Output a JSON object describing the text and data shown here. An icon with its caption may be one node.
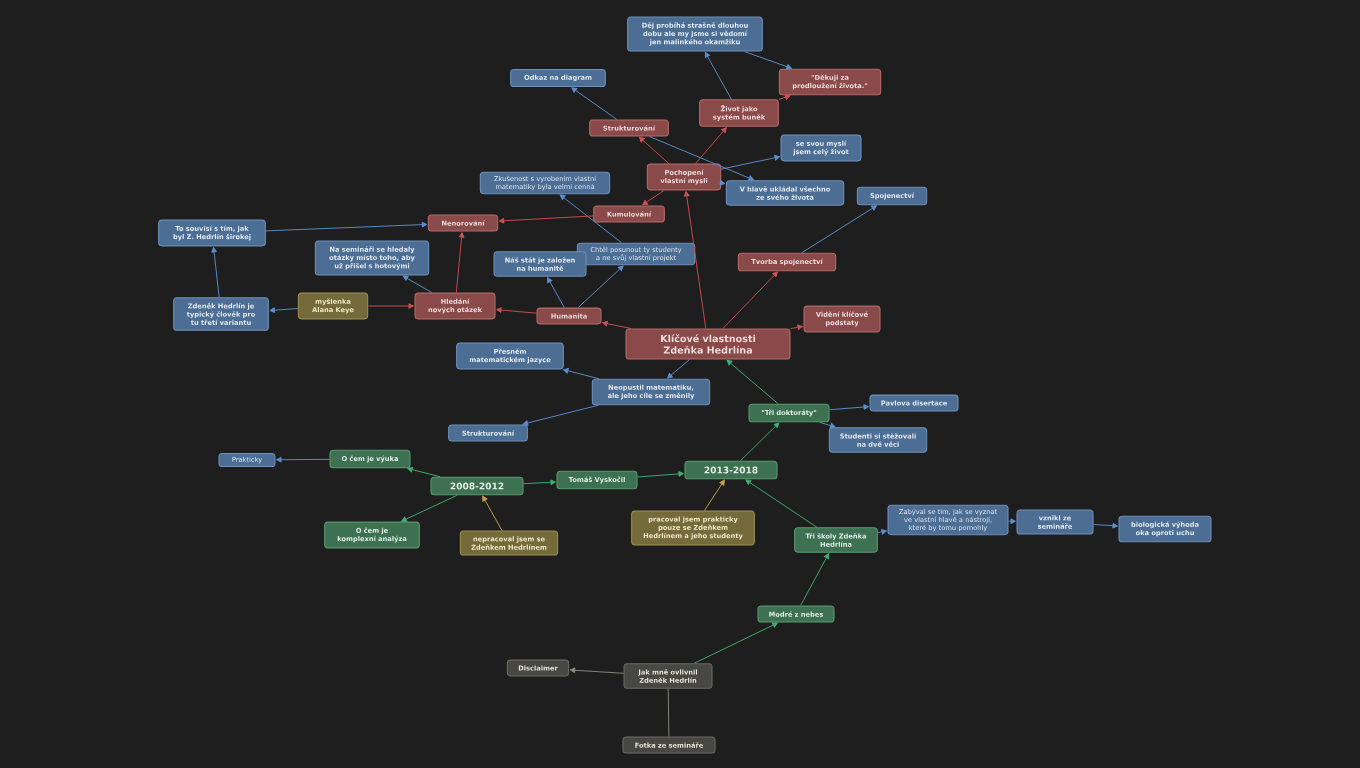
{
  "diagram": {
    "nodes": [
      {
        "text": [
          "Klíčové vlastnosti Zdeňka Hedrlína"
        ]
      },
      {
        "text": [
          "Humanita"
        ]
      },
      {
        "text": [
          "Hledání nových otázek"
        ]
      },
      {
        "text": [
          "myšlenka Alana Keye"
        ]
      },
      {
        "text": [
          "Zdeněk Hedrlín je typický člověk pro tu třetí variantu"
        ]
      },
      {
        "text": [
          "To souvisí s tím, jak byl Z. Hedrlín širokej"
        ]
      },
      {
        "text": [
          "Nenorování"
        ]
      },
      {
        "text": [
          "Na semináři se hledaly otázky místo toho, aby už přišel s hotovými"
        ]
      },
      {
        "text": [
          "Kumulování"
        ]
      },
      {
        "text": [
          "Pochopení vlastní mysli"
        ]
      },
      {
        "text": [
          "Strukturování"
        ]
      },
      {
        "text": [
          "Odkaz na diagram"
        ]
      },
      {
        "text": [
          "Život jako systém buněk"
        ]
      },
      {
        "text": [
          "Děj probíhá strašně dlouhou dobu ale my jsme si vědomí jen malinkého okamžiku"
        ]
      },
      {
        "text": [
          "\"Děkuji za prodloužení života.\""
        ]
      },
      {
        "text": [
          "se svou myslí jsem celý život"
        ]
      },
      {
        "text": [
          "V hlavě ukládal všechno ze svého života"
        ]
      },
      {
        "text": [
          "Zkušenost s vyrobením vlastní matematiky byla velmi cenná"
        ]
      },
      {
        "text": [
          "Chtěl posunout ty studenty a ne svůj vlastní projekt"
        ]
      },
      {
        "text": [
          "Náš stát je založen na humanitě"
        ]
      },
      {
        "text": [
          "Tvorba spojenectví"
        ]
      },
      {
        "text": [
          "Spojenectví"
        ]
      },
      {
        "text": [
          "Vidění klíčové podstaty"
        ]
      },
      {
        "text": [
          "Přesném matematickém jazyce"
        ]
      },
      {
        "text": [
          "Neopustil matematiku, ale jeho cíle se změnily"
        ]
      },
      {
        "text": [
          "Strukturování"
        ]
      },
      {
        "text": [
          "\"Tři doktoráty\""
        ]
      },
      {
        "text": [
          "Pavlova disertace"
        ]
      },
      {
        "text": [
          "Studenti si stěžovali na dvě věci"
        ]
      },
      {
        "text": [
          "2013-2018"
        ]
      },
      {
        "text": [
          "Tomáš Vyskočil"
        ]
      },
      {
        "text": [
          "2008-2012"
        ]
      },
      {
        "text": [
          "O čem je výuka"
        ]
      },
      {
        "text": [
          "Prakticky"
        ]
      },
      {
        "text": [
          "O čem je komplexní analýza"
        ]
      },
      {
        "text": [
          "nepracoval jsem se Zdeňkem Hedrlínem"
        ]
      },
      {
        "text": [
          "pracoval jsem prakticky pouze se Zdeňkem Hedrlínem a jeho studenty"
        ]
      },
      {
        "text": [
          "Tři školy Zdeňka Hedrlína"
        ]
      },
      {
        "text": [
          "Zabýval se tím, jak se vyznat ve vlastní hlavě a nástrojí, které by tomu pomohly"
        ]
      },
      {
        "text": [
          "vznikl ze semináře"
        ]
      },
      {
        "text": [
          "biologická výhoda oka oproti uchu"
        ]
      },
      {
        "text": [
          "Modré z nebes"
        ]
      },
      {
        "text": [
          "Jak mně ovlivnil Zdeněk Hedrlín"
        ]
      },
      {
        "text": [
          "Disclaimer"
        ]
      },
      {
        "text": [
          "Fotka ze semináře"
        ]
      }
    ],
    "edges": [
      {
        "from": 42,
        "to": 41,
        "arrow": "to",
        "color": "#3fae78"
      },
      {
        "from": 41,
        "to": 37,
        "arrow": "to",
        "color": "#3fae78"
      },
      {
        "from": 37,
        "to": 29,
        "arrow": "to",
        "color": "#3fae78"
      },
      {
        "from": 29,
        "to": 26,
        "arrow": "to",
        "color": "#3fae78"
      },
      {
        "from": 26,
        "to": 0,
        "arrow": "to",
        "color": "#3fae78"
      },
      {
        "from": 31,
        "to": 30,
        "arrow": "to",
        "color": "#3fae78"
      },
      {
        "from": 30,
        "to": 29,
        "arrow": "to",
        "color": "#3fae78"
      },
      {
        "from": 31,
        "to": 32,
        "arrow": "to",
        "color": "#3fae78"
      },
      {
        "from": 31,
        "to": 34,
        "arrow": "to",
        "color": "#3fae78"
      },
      {
        "from": 35,
        "to": 31,
        "arrow": "to",
        "color": "#c9a24a"
      },
      {
        "from": 36,
        "to": 29,
        "arrow": "to",
        "color": "#c9a24a"
      },
      {
        "from": 32,
        "to": 33,
        "arrow": "to"
      },
      {
        "from": 26,
        "to": 27,
        "arrow": "to"
      },
      {
        "from": 26,
        "to": 28,
        "arrow": "to"
      },
      {
        "from": 37,
        "to": 38,
        "arrow": "to"
      },
      {
        "from": 38,
        "to": 39,
        "arrow": "to"
      },
      {
        "from": 39,
        "to": 40,
        "arrow": "to"
      },
      {
        "from": 42,
        "to": 43,
        "arrow": "to",
        "color": "#8a8a80"
      },
      {
        "from": 42,
        "to": 44,
        "arrow": "none",
        "color": "#8a8a80"
      },
      {
        "from": 0,
        "to": 24,
        "arrow": "to"
      },
      {
        "from": 24,
        "to": 23,
        "arrow": "to"
      },
      {
        "from": 24,
        "to": 25,
        "arrow": "to"
      },
      {
        "from": 0,
        "to": 1,
        "arrow": "to",
        "color": "#d05050"
      },
      {
        "from": 1,
        "to": 2,
        "arrow": "to",
        "color": "#d05050"
      },
      {
        "from": 3,
        "to": 2,
        "arrow": "to",
        "color": "#d05050"
      },
      {
        "from": 3,
        "to": 4,
        "arrow": "to"
      },
      {
        "from": 4,
        "to": 5,
        "arrow": "to"
      },
      {
        "from": 5,
        "to": 6,
        "arrow": "to"
      },
      {
        "from": 2,
        "to": 6,
        "arrow": "to",
        "color": "#d05050"
      },
      {
        "from": 2,
        "to": 7,
        "arrow": "to"
      },
      {
        "from": 1,
        "to": 19,
        "arrow": "to"
      },
      {
        "from": 1,
        "to": 18,
        "arrow": "to"
      },
      {
        "from": 18,
        "to": 17,
        "arrow": "to"
      },
      {
        "from": 8,
        "to": 6,
        "arrow": "to",
        "color": "#d05050"
      },
      {
        "from": 9,
        "to": 8,
        "arrow": "to",
        "color": "#d05050"
      },
      {
        "from": 9,
        "to": 10,
        "arrow": "to",
        "color": "#d05050"
      },
      {
        "from": 10,
        "to": 11,
        "arrow": "to"
      },
      {
        "from": 9,
        "to": 12,
        "arrow": "to",
        "color": "#d05050"
      },
      {
        "from": 12,
        "to": 13,
        "arrow": "to"
      },
      {
        "from": 12,
        "to": 14,
        "arrow": "to",
        "color": "#d05050"
      },
      {
        "from": 13,
        "to": 14,
        "arrow": "to"
      },
      {
        "from": 9,
        "to": 15,
        "arrow": "to"
      },
      {
        "from": 9,
        "to": 16,
        "arrow": "to"
      },
      {
        "from": 10,
        "to": 16,
        "arrow": "to"
      },
      {
        "from": 0,
        "to": 9,
        "arrow": "to",
        "color": "#d05050"
      },
      {
        "from": 0,
        "to": 20,
        "arrow": "to",
        "color": "#d05050"
      },
      {
        "from": 20,
        "to": 21,
        "arrow": "to"
      },
      {
        "from": 0,
        "to": 22,
        "arrow": "to",
        "color": "#d05050"
      }
    ]
  }
}
